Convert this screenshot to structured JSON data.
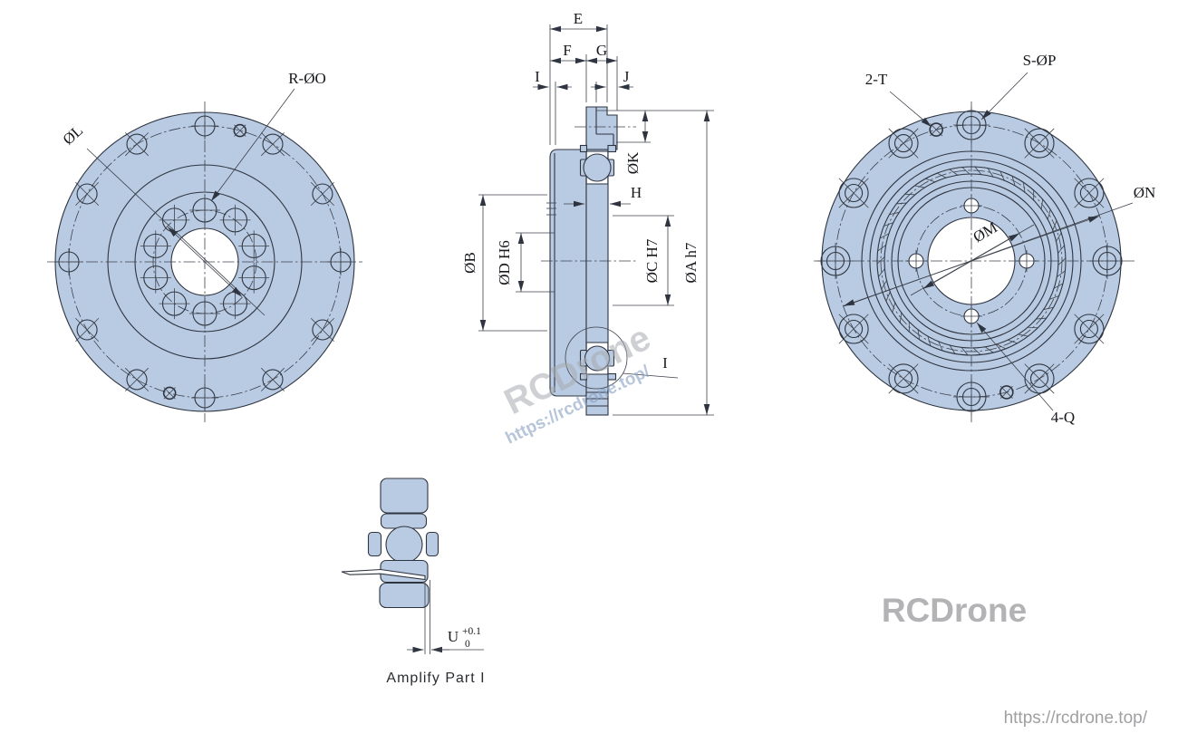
{
  "drawing": {
    "style": {
      "part_fill": "#b9cbe3",
      "line_color": "#2f3540",
      "watermark_gray": "#b3b3b6",
      "watermark_blue": "#86a0c2"
    },
    "front_view": {
      "callout_hole_pattern": "R-ØO",
      "dim_bolt_circle": "ØL",
      "holes": {
        "outer_bolt_holes": 12,
        "inner_holes": 10,
        "pin_holes": 2
      }
    },
    "section_view": {
      "dim_total_width": "E",
      "dim_flange_width": "F",
      "dim_hub_width": "G",
      "dim_lip_left": "I",
      "dim_lip_right": "J",
      "dim_input_bore": "ØK",
      "dim_wall": "H",
      "dim_hub_dia": "ØB",
      "dim_bore_dia": "ØD H6",
      "dim_output_bore": "ØC H7",
      "dim_outer_dia": "ØA h7",
      "detail_marker": "I"
    },
    "back_view": {
      "callout_pin_holes": "2-T",
      "callout_counterbores": "S-ØP",
      "dim_bolt_circle": "ØN",
      "dim_inner_bolt_circle": "ØM",
      "callout_inner_holes": "4-Q",
      "holes": {
        "outer_bolt_holes": 12,
        "inner_holes": 4,
        "pin_holes": 2
      }
    },
    "detail_view": {
      "dim_protrusion": "U",
      "tolerance_upper": "+0.1",
      "tolerance_lower": "0",
      "caption": "Amplify Part I"
    },
    "watermark": {
      "brand": "RCDrone",
      "url": "https://rcdrone.top/"
    }
  }
}
